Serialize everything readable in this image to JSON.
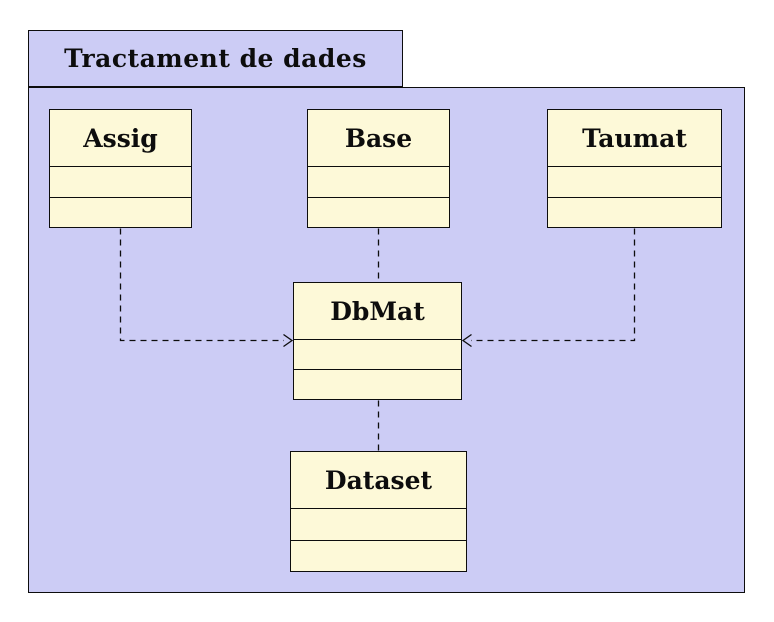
{
  "package": {
    "name": "Tractament de dades"
  },
  "classes": [
    {
      "name": "Assig",
      "attributes": "",
      "methods": ""
    },
    {
      "name": "Base",
      "attributes": "",
      "methods": ""
    },
    {
      "name": "Taumat",
      "attributes": "",
      "methods": ""
    },
    {
      "name": "DbMat",
      "attributes": "",
      "methods": ""
    },
    {
      "name": "Dataset",
      "attributes": "",
      "methods": ""
    }
  ],
  "relations": [
    {
      "from": "Assig",
      "to": "DbMat",
      "line": "dashed",
      "arrowhead": "open-arrow-into-dbmat-left"
    },
    {
      "from": "Base",
      "to": "DbMat",
      "line": "dashed",
      "arrowhead": "none"
    },
    {
      "from": "Taumat",
      "to": "DbMat",
      "line": "dashed",
      "arrowhead": "open-arrow-into-dbmat-right"
    },
    {
      "from": "DbMat",
      "to": "Dataset",
      "line": "dashed",
      "arrowhead": "none"
    }
  ],
  "colors": {
    "package_fill": "#ccccf5",
    "class_fill": "#fdf9d8",
    "line_color": "#0d0d0d",
    "text_color": "#0d0d0d"
  }
}
